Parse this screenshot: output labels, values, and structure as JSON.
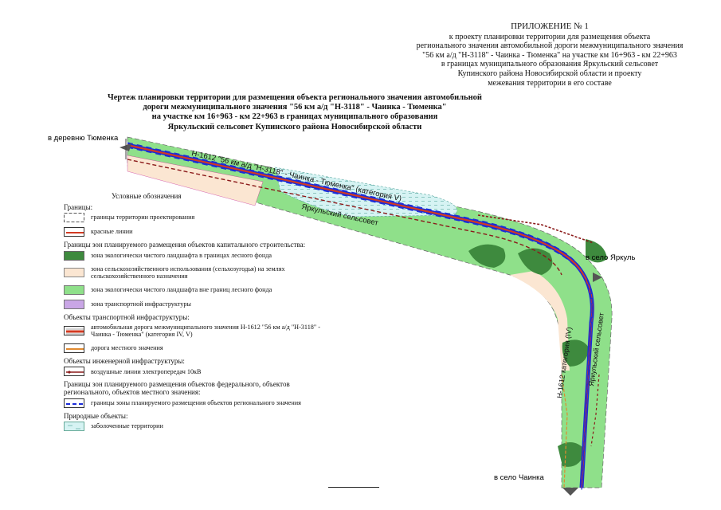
{
  "header": {
    "title": "ПРИЛОЖЕНИЕ № 1",
    "lines": [
      "к  проекту планировки территории  для размещения объекта",
      "регионального значения автомобильной дороги межмуниципального значения",
      "\"56 км  а/д  \"Н-3118\" - Чаинка - Тюменка\" на участке км 16+963 - км  22+963",
      "в границах муниципального образования Яркульский  сельсовет",
      "Купинского  района  Новосибирской  области  и  проекту",
      "межевания территории в его  составе"
    ]
  },
  "drawing_title": {
    "lines": [
      "Чертеж планировки территории  для размещения объекта регионального значения автомобильной",
      "дороги межмуниципального значения \"56 км а/д \"Н-3118\" - Чаинка - Тюменка\"",
      "на участке км 16+963 - км 22+963 в границах муниципального образования",
      "Яркульский сельсовет Купинского района Новосибирской области"
    ]
  },
  "map_labels": {
    "to_tyumenka": "в деревню Тюменка",
    "to_yarkul": "в село Яркуль",
    "to_chainka": "в село Чаинка",
    "road_name_top": "Н-1612  \"56 км а/д \"Н-3118\" - Чаинка - Тюменка\" (категория V)",
    "council_top": "Яркульский сельсовет",
    "road_name_right": "Н-1612  категория (IV)",
    "council_right": "Яркульский сельсовет"
  },
  "legend": {
    "title": "Условные обозначения",
    "boundaries_head": "Границы:",
    "boundary_territory": "границы территории проектирования",
    "red_lines": "красные линии",
    "zones_head": "Границы зон планируемого размещения объектов капитального строительства:",
    "zone_eco_forest": "зона экологически чистого ландшафта в границах лесного фонда",
    "zone_agri": "зона сельскохозяйственного использования (сельхозугодья) на землях сельскохозяйственного назначения",
    "zone_eco_outside": "зона экологически чистого ландшафта вне границ лесного фонда",
    "zone_transport": "зона транспортной инфраструктуры",
    "transport_head": "Объекты транспортной инфраструктуры:",
    "road_intermunicipal": "автомобильная дорога межмуниципального значения Н-1612 \"56 км а/д \"Н-3118\" - Чаинка - Тюменка\"  (категория IV, V)",
    "road_local": "дорога местного значения",
    "engineering_head": "Объекты инженерной инфраструктуры:",
    "power_line": "воздушные линии электропередач 10кВ",
    "federal_head": "Границы зон планируемого размещения объектов федерального, объектов регионального, объектов местного значения:",
    "regional_zone": "границы зоны планируемого размещения объектов регионального значения",
    "nature_head": "Природные объекты:",
    "wetlands": "заболоченные территории"
  },
  "colors": {
    "light_green": "#8fe08a",
    "dark_green": "#3e8a3e",
    "peach": "#fbe6d2",
    "violet": "#c9a6e6",
    "road_red": "#d23a22",
    "regional_blue": "#1a2bd8",
    "power_darkred": "#8b1a1a",
    "wetland": "#d6f3f3"
  }
}
